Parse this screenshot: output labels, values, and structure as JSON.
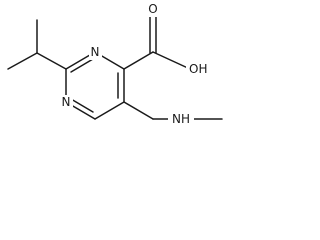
{
  "compound": {
    "atoms": {
      "ring_n1": "N",
      "ring_n3": "N",
      "carbonyl_o": "O",
      "hydroxyl": "OH",
      "amine": "NH"
    }
  },
  "colors": {
    "bond": "#1a1a1a",
    "text": "#1a1a1a",
    "background": "#ffffff"
  }
}
